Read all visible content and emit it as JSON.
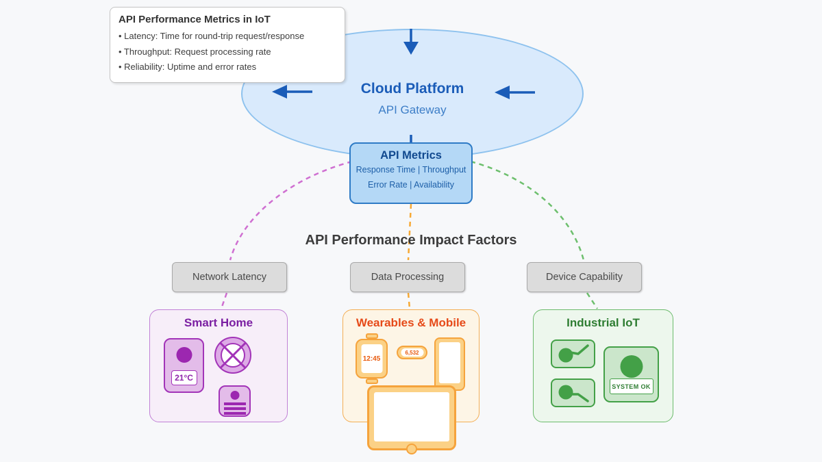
{
  "colors": {
    "background": "#f7f8fa",
    "blue_accent": "#1a5cb8",
    "cloud_fill": "#d9eafc",
    "cloud_border": "#8ec2ee",
    "metrics_fill": "#b4d8f6",
    "metrics_border": "#2e7bc6",
    "purple": "#9c27b0",
    "orange": "#f5a33c",
    "orange_text": "#e64a19",
    "green": "#43a047",
    "green_text": "#2e7d32",
    "magenta_dash": "#cf6fd1",
    "orange_dash": "#f7a934",
    "green_dash": "#6dbf6d",
    "factor_fill": "#dcdcdc"
  },
  "info_box": {
    "title": "API Performance Metrics in IoT",
    "bullets": [
      "• Latency: Time for round-trip request/response",
      "• Throughput: Request processing rate",
      "• Reliability: Uptime and error rates"
    ]
  },
  "cloud": {
    "title": "Cloud Platform",
    "subtitle": "API Gateway"
  },
  "api_metrics": {
    "title": "API Metrics",
    "line1": "Response Time | Throughput",
    "line2": "Error Rate | Availability"
  },
  "section_title": "API Performance Impact Factors",
  "factors": [
    {
      "label": "Network Latency"
    },
    {
      "label": "Data Processing"
    },
    {
      "label": "Device Capability"
    }
  ],
  "devices": {
    "smart_home": {
      "title": "Smart Home",
      "thermostat_reading": "21°C"
    },
    "wearables": {
      "title": "Wearables & Mobile",
      "watch_time": "12:45",
      "band_steps": "6,532"
    },
    "industrial": {
      "title": "Industrial IoT",
      "panel_status": "SYSTEM OK"
    }
  }
}
